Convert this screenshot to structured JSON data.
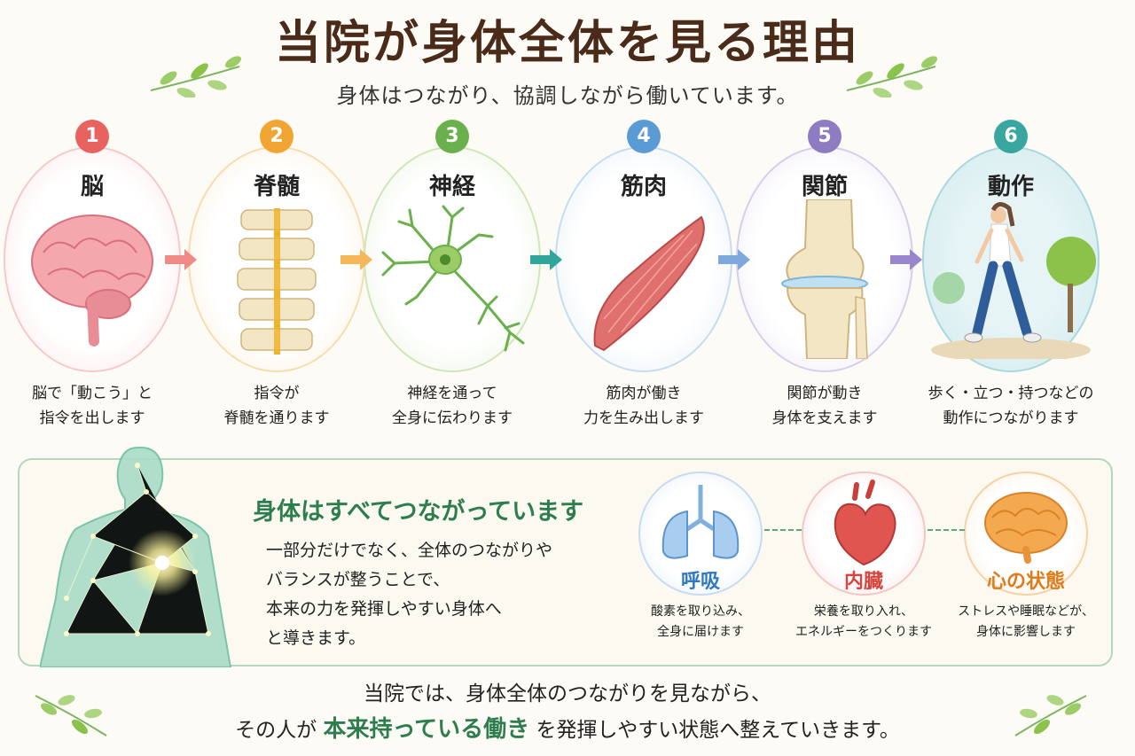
{
  "header": {
    "title": "当院が身体全体を見る理由",
    "subtitle": "身体はつながり、協調しながら働いています。"
  },
  "steps": [
    {
      "num": "1",
      "label": "脳",
      "desc1": "脳で「動こう」と",
      "desc2": "指令を出します",
      "color": "#e8625f"
    },
    {
      "num": "2",
      "label": "脊髄",
      "desc1": "指令が",
      "desc2": "脊髄を通ります",
      "color": "#f1a533"
    },
    {
      "num": "3",
      "label": "神経",
      "desc1": "神経を通って",
      "desc2": "全身に伝わります",
      "color": "#6ab04c"
    },
    {
      "num": "4",
      "label": "筋肉",
      "desc1": "筋肉が働き",
      "desc2": "力を生み出します",
      "color": "#5b9bd5"
    },
    {
      "num": "5",
      "label": "関節",
      "desc1": "関節が動き",
      "desc2": "身体を支えます",
      "color": "#8e7cc3"
    },
    {
      "num": "6",
      "label": "動作",
      "desc1": "歩く・立つ・持つなどの",
      "desc2": "動作につながります",
      "color": "#3aa6a0"
    }
  ],
  "panel": {
    "title": "身体はすべてつながっています",
    "lines": [
      "一部分だけでなく、全体のつながりや",
      "バランスが整うことで、",
      "本来の力を発揮しやすい身体へ",
      "と導きます。"
    ]
  },
  "organs": [
    {
      "label": "呼吸",
      "desc1": "酸素を取り込み、",
      "desc2": "全身に届けます",
      "color": "#2f78c4"
    },
    {
      "label": "内臓",
      "desc1": "栄養を取り入れ、",
      "desc2": "エネルギーをつくります",
      "color": "#d9443f"
    },
    {
      "label": "心の状態",
      "desc1": "ストレスや睡眠などが、",
      "desc2": "身体に影響します",
      "color": "#e07b1a"
    }
  ],
  "footer": {
    "line1": "当院では、身体全体のつながりを見ながら、",
    "line2_pre": "その人が",
    "line2_highlight": "本来持っている働き",
    "line2_post": "を発揮しやすい状態へ整えていきます。"
  }
}
